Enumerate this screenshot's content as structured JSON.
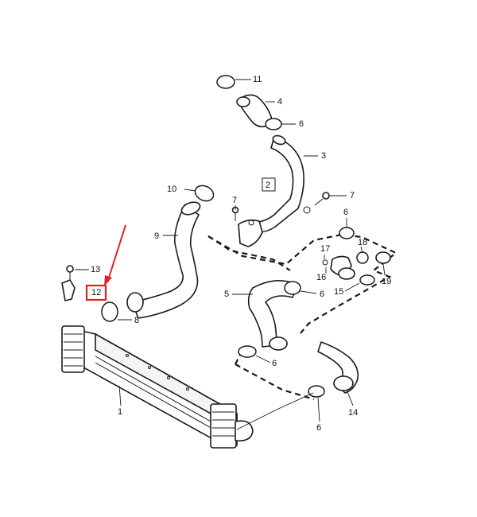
{
  "callouts": {
    "c1": "1",
    "c2": "2",
    "c3": "3",
    "c4": "4",
    "c5": "5",
    "c6a": "6",
    "c6b": "6",
    "c6c": "6",
    "c6d": "6",
    "c6e": "6",
    "c7a": "7",
    "c7b": "7",
    "c8": "8",
    "c9": "9",
    "c10": "10",
    "c11": "11",
    "c12": "12",
    "c13": "13",
    "c14": "14",
    "c15": "15",
    "c16": "16",
    "c17": "17",
    "c18": "18",
    "c19": "19"
  },
  "highlighted_part": "12",
  "colors": {
    "highlight": "#e02020",
    "line": "#1a1a1a",
    "background": "#ffffff"
  }
}
